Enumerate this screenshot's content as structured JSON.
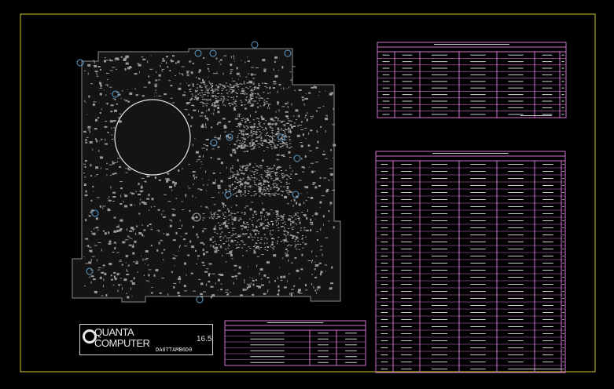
{
  "viewer": {
    "title": "Quanta motherboard boardview",
    "background": "#000000",
    "frame_color": "#c8c832",
    "board_color": "#9a9a9a",
    "table_color": "#d070d0",
    "pad_color": "#5aa0d0"
  },
  "title_block": {
    "company_line1": "QUANTA",
    "company_line2": "COMPUTER",
    "part_number": "DA0TTAMB6D0",
    "revision": "16.5"
  },
  "tables": {
    "top_table_rows": 10,
    "bottom_table_rows": 30,
    "notes_table_rows": 6
  }
}
